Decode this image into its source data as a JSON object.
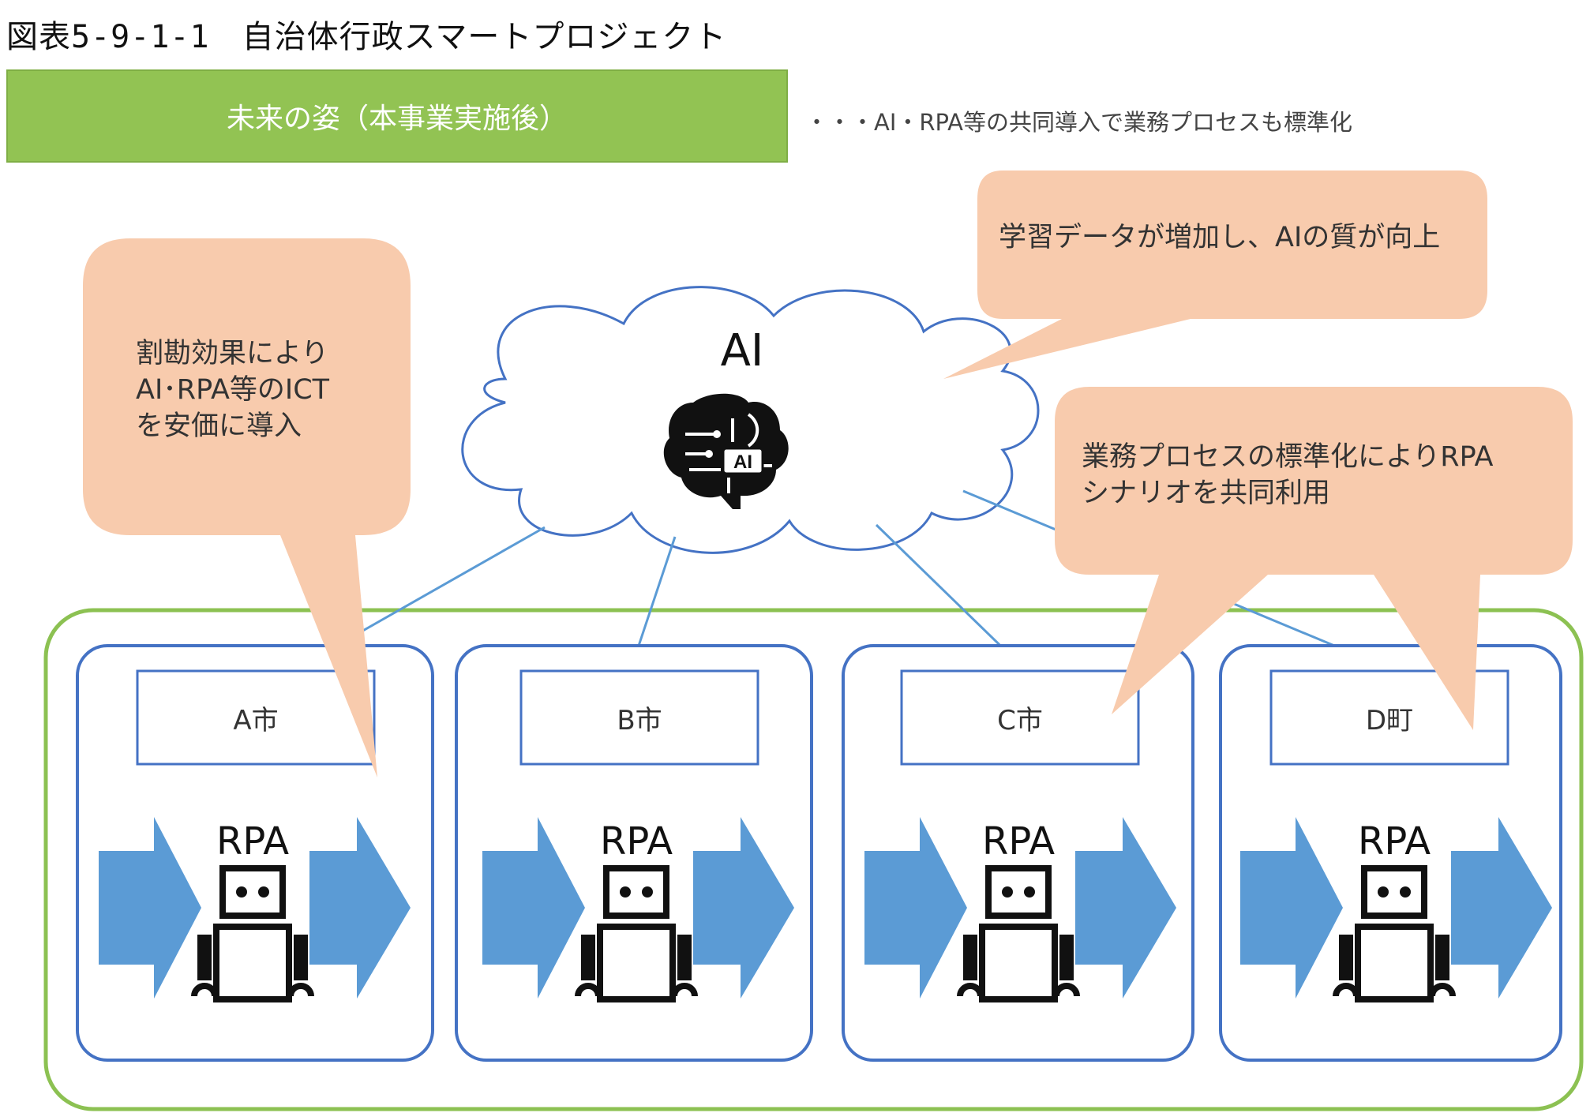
{
  "title": "図表5-9-1-1　自治体行政スマートプロジェクト",
  "banner": {
    "label": "未来の姿（本事業実施後）",
    "note": "・・・AI・RPA等の共同導入で業務プロセスも標準化"
  },
  "cloud": {
    "label": "AI",
    "icon": "ai-brain-icon"
  },
  "callouts": [
    {
      "id": "cost",
      "text": "割勘効果により\nAI･RPA等のICT\nを安価に導入"
    },
    {
      "id": "learning",
      "text": "学習データが増加し、AIの質が向上"
    },
    {
      "id": "standard",
      "text": "業務プロセスの標準化によりRPA\nシナリオを共同利用"
    }
  ],
  "municipalities": [
    {
      "name": "A市",
      "rpa_label": "RPA"
    },
    {
      "name": "B市",
      "rpa_label": "RPA"
    },
    {
      "name": "C市",
      "rpa_label": "RPA"
    },
    {
      "name": "D町",
      "rpa_label": "RPA"
    }
  ],
  "colors": {
    "banner_green": "#92c353",
    "outer_border_green": "#8cc152",
    "box_border_blue": "#4472c4",
    "arrow_blue": "#5b9bd5",
    "callout_fill": "#f8cbad",
    "cloud_border": "#4472c4"
  }
}
